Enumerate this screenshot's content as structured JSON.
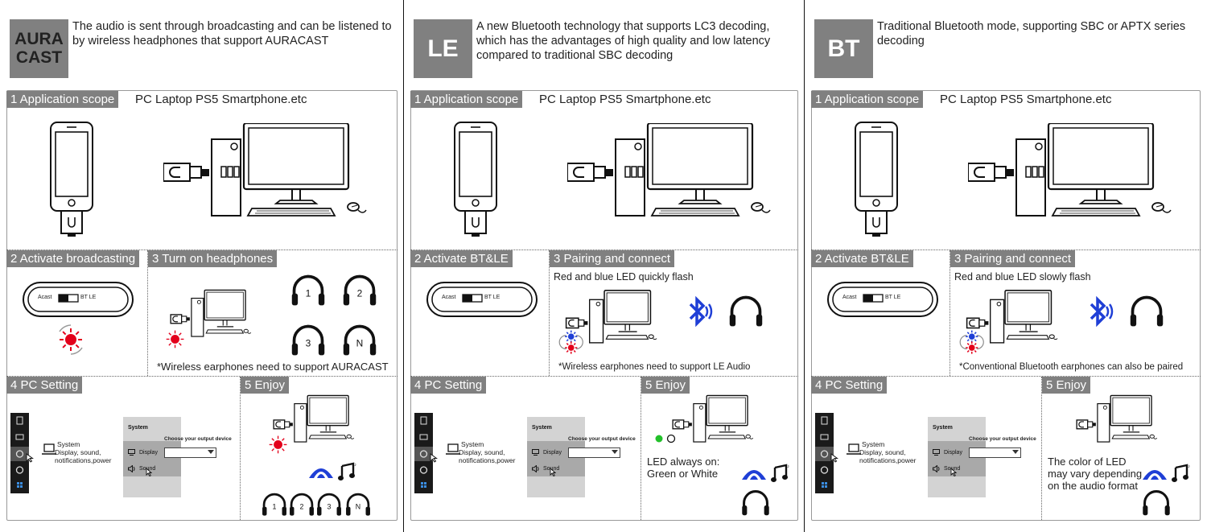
{
  "columns": [
    {
      "badge": [
        "AURA",
        "CAST"
      ],
      "description": "The audio is sent through broadcasting and can be listened to by wireless headphones that support AURACAST",
      "scope_header": "1 Application scope",
      "scope_text": "PC Laptop PS5 Smartphone.etc",
      "step2_header": "2 Activate broadcasting",
      "step3_header": "3 Turn on headphones",
      "step3_led_text": "",
      "step3_note": "*Wireless earphones need to support AURACAST",
      "step4_header": "4 PC Setting",
      "step5_header": "5 Enjoy",
      "step5_text": "",
      "headphone_labels": [
        "1",
        "2",
        "3",
        "N"
      ]
    },
    {
      "badge": [
        "LE"
      ],
      "description": "A new Bluetooth technology that supports LC3 decoding, which has the advantages of high quality and low latency compared to traditional SBC decoding",
      "scope_header": "1 Application scope",
      "scope_text": "PC Laptop PS5 Smartphone.etc",
      "step2_header": "2 Activate BT&LE",
      "step3_header": "3 Pairing and connect",
      "step3_led_text": "Red and blue LED quickly flash",
      "step3_note": "*Wireless earphones need to support LE Audio",
      "step4_header": "4 PC Setting",
      "step5_header": "5 Enjoy",
      "step5_text": "LED always on: Green or White"
    },
    {
      "badge": [
        "BT"
      ],
      "description": "Traditional Bluetooth mode, supporting SBC or APTX series decoding",
      "scope_header": "1 Application scope",
      "scope_text": "PC Laptop PS5 Smartphone.etc",
      "step2_header": "2 Activate BT&LE",
      "step3_header": "3 Pairing and connect",
      "step3_led_text": "Red and blue LED slowly flash",
      "step3_note": "*Conventional Bluetooth earphones can also be paired",
      "step4_header": "4 PC Setting",
      "step5_header": "5 Enjoy",
      "step5_text": "The color of LED may vary depending on the audio format"
    }
  ],
  "switch": {
    "left": "Acast",
    "right": "BT LE"
  },
  "pc_setting": {
    "system_label": "System",
    "system_desc": "Display, sound, notifications,power",
    "panel_title": "System",
    "display_item": "Display",
    "sound_item": "Sound",
    "choose_output": "Choose your output device"
  },
  "colors": {
    "badge": "#808080",
    "bluetooth": "#1f3fd6",
    "led_red": "#e3001b",
    "led_green": "#22c02a"
  }
}
